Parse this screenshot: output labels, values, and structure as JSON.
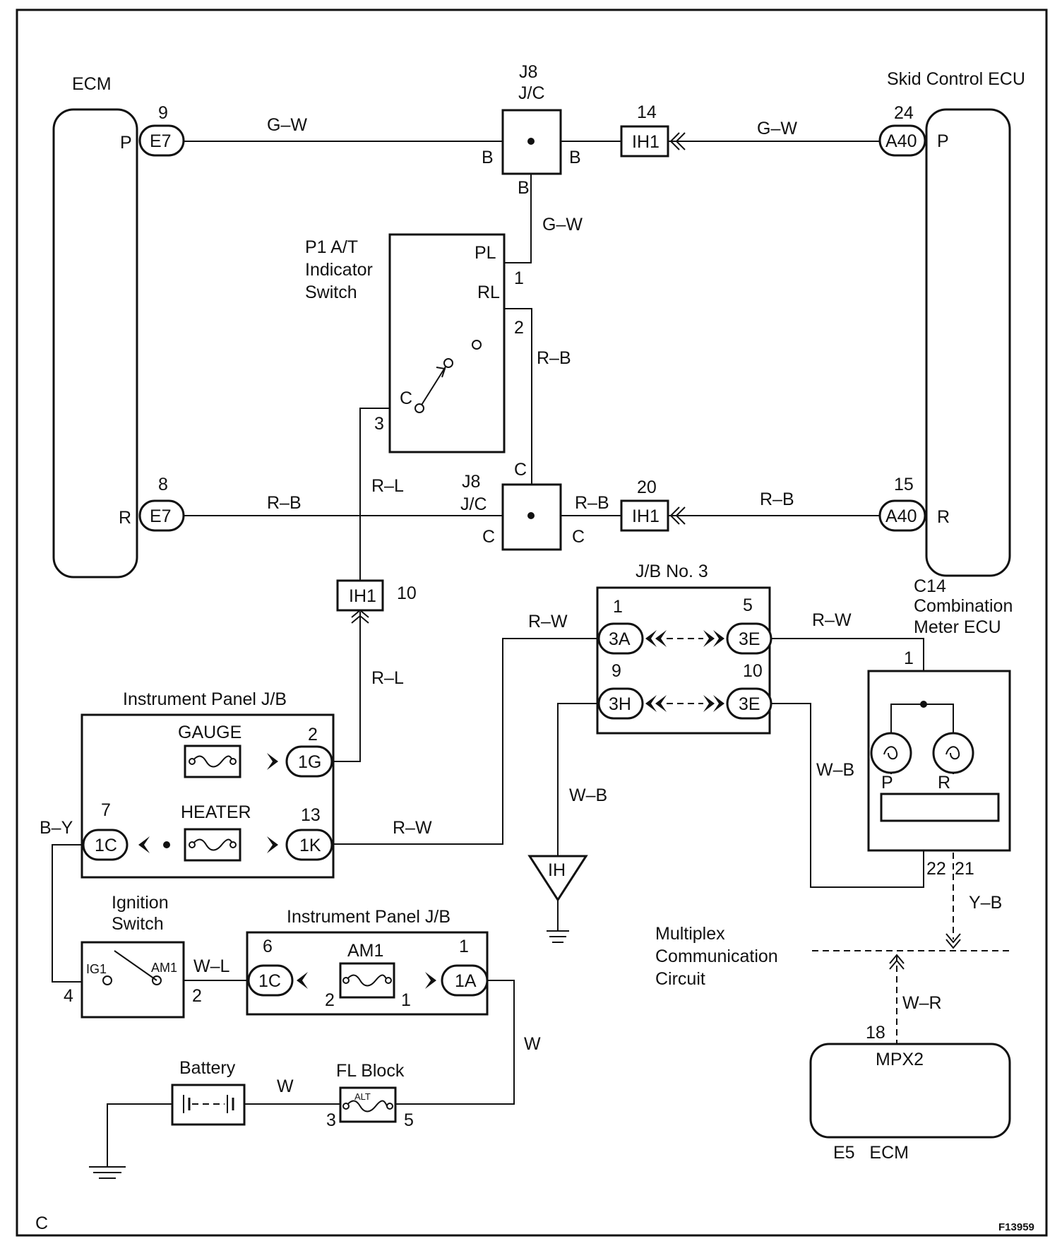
{
  "labels": {
    "ecm": "ECM",
    "skid_ecu": "Skid Control ECU",
    "jc_top_name": "J8",
    "jc_top_sub": "J/C",
    "jc_bot_name": "J8",
    "jc_bot_sub": "J/C",
    "p1_line1": "P1 A/T",
    "p1_line2": "Indicator",
    "p1_line3": "Switch",
    "ip_jb_upper": "Instrument Panel J/B",
    "ip_jb_lower": "Instrument Panel J/B",
    "gauge": "GAUGE",
    "heater": "HEATER",
    "am1": "AM1",
    "ign_line1": "Ignition",
    "ign_line2": "Switch",
    "ig1": "IG1",
    "am1_sw": "AM1",
    "battery": "Battery",
    "fl_block": "FL Block",
    "alt": "ALT",
    "jb3": "J/B No. 3",
    "comb_line1": "C14",
    "comb_line2": "Combination",
    "comb_line3": "Meter ECU",
    "mux_line1": "Multiplex",
    "mux_line2": "Communication",
    "mux_line3": "Circuit",
    "mpx2": "MPX2",
    "e5_ecm": "E5   ECM",
    "ih_ground": "IH",
    "corner_c": "C",
    "fig_id": "F13959"
  },
  "connectors": {
    "e7_top": "E7",
    "e7_bot": "E7",
    "a40_top": "A40",
    "a40_bot": "A40",
    "ih1_top": "IH1",
    "ih1_bot": "IH1",
    "ih1_mid": "IH1",
    "c3a": "3A",
    "c3e_top": "3E",
    "c3h": "3H",
    "c3e_bot": "3E",
    "c1g": "1G",
    "c1c_up": "1C",
    "c1k": "1K",
    "c1c_low": "1C",
    "c1a": "1A"
  },
  "pins": {
    "ecm_p": "P",
    "ecm_r": "R",
    "ecm_9": "9",
    "ecm_8": "8",
    "skid_p": "P",
    "skid_r": "R",
    "skid_24": "24",
    "skid_15": "15",
    "jct_bl": "B",
    "jct_br": "B",
    "jct_bb": "B",
    "jcb_ct": "C",
    "jcb_cl": "C",
    "jcb_cr": "C",
    "ih1_14": "14",
    "ih1_20": "20",
    "ih1_10": "10",
    "pl": "PL",
    "rl": "RL",
    "sw_c": "C",
    "p1_1": "1",
    "p1_2": "2",
    "p1_3": "3",
    "jb3_1": "1",
    "jb3_5": "5",
    "jb3_9": "9",
    "jb3_10": "10",
    "comb_1": "1",
    "comb_p": "P",
    "comb_r": "R",
    "comb_22": "22",
    "comb_21": "21",
    "ipj_2": "2",
    "ipj_7": "7",
    "ipj_13": "13",
    "ign_4": "4",
    "ign_2": "2",
    "ipl_6": "6",
    "ipl_1": "1",
    "ipl_2b": "2",
    "ipl_1b": "1",
    "fl_3": "3",
    "fl_5": "5",
    "mpx_18": "18"
  },
  "wires": {
    "gw_left": "G–W",
    "gw_right": "G–W",
    "gw_vert": "G–W",
    "rb_left": "R–B",
    "rb_mid": "R–B",
    "rb_right": "R–B",
    "rb_vert": "R–B",
    "rl_upper": "R–L",
    "rl_lower": "R–L",
    "rw_jb3": "R–W",
    "rw_right": "R–W",
    "rw_1k": "R–W",
    "wb_vert": "W–B",
    "wb_right": "W–B",
    "by": "B–Y",
    "wl": "W–L",
    "w_right": "W",
    "w_batt": "W",
    "yb": "Y–B",
    "wr": "W–R"
  }
}
